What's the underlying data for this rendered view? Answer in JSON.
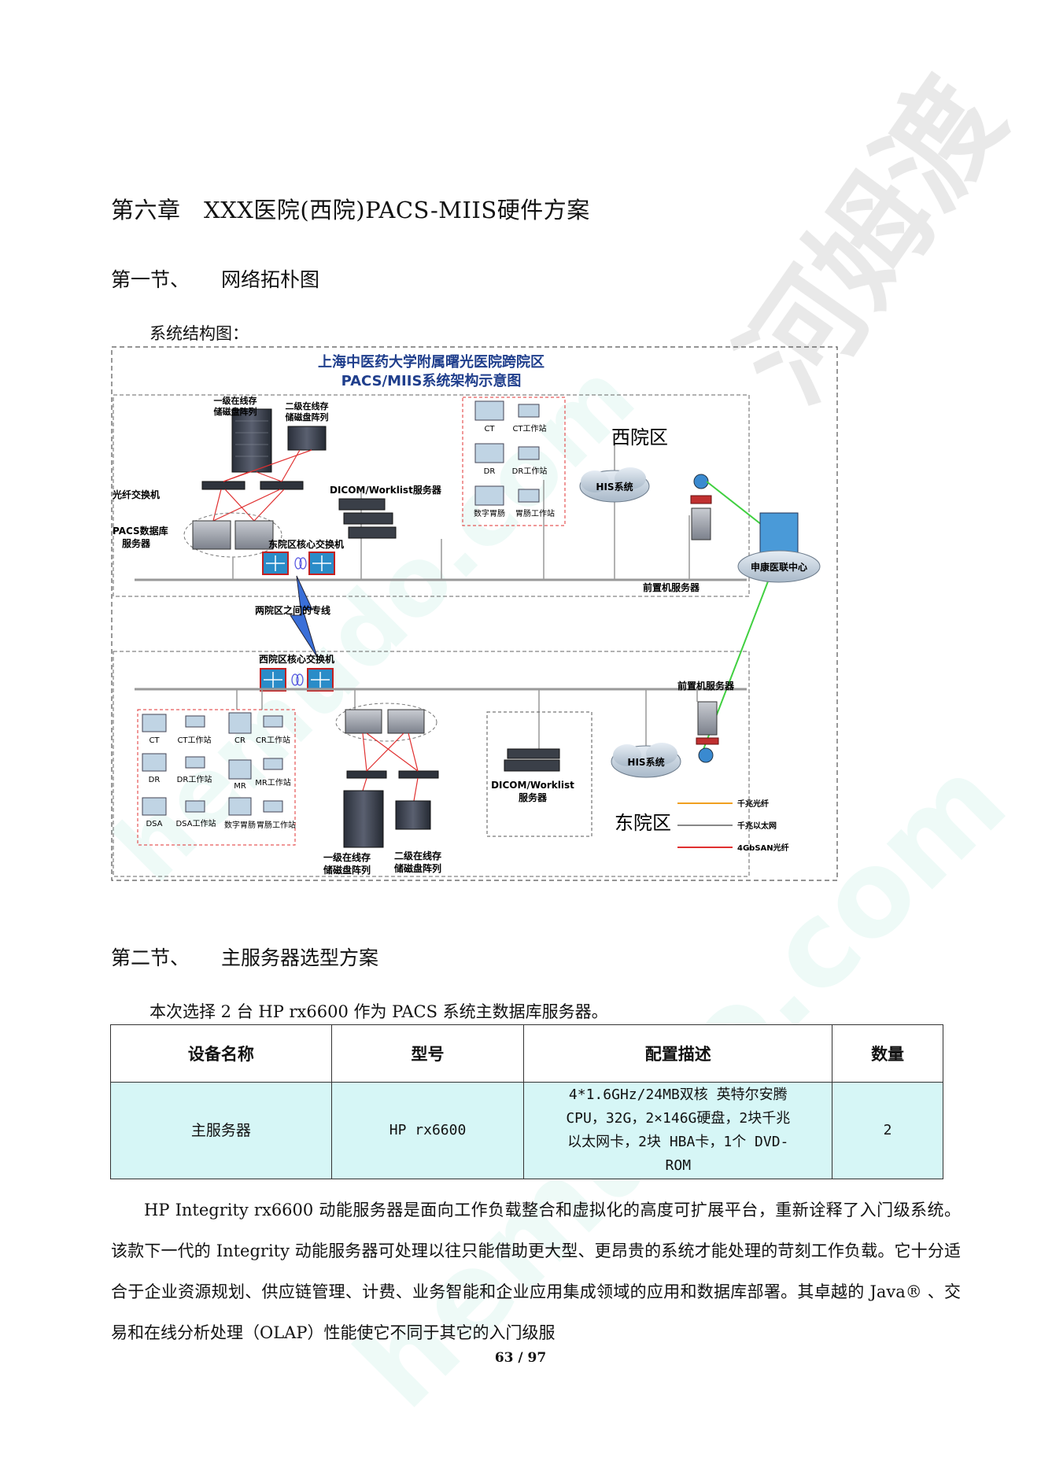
{
  "chapter_title": "第六章　XXX医院(西院)PACS-MIIS硬件方案",
  "section1": {
    "num": "第一节、",
    "title": "网络拓朴图"
  },
  "caption": "系统结构图：",
  "diagram": {
    "title_line1": "上海中医药大学附属曙光医院跨院区",
    "title_line2": "PACS/MIIS系统架构示意图",
    "west_zone": "西院区",
    "east_zone": "东院区",
    "west": {
      "storage1": [
        "一级在线存",
        "储磁盘阵列"
      ],
      "storage2": [
        "二级在线存",
        "储磁盘阵列"
      ],
      "fiber_switch": "光纤交换机",
      "db_server": [
        "PACS数据库",
        "服务器"
      ],
      "core_switch": "东院区核心交换机",
      "dicom_server": "DICOM/Worklist服务器",
      "his": "HIS系统",
      "front_server": "前置机服务器",
      "modalities": [
        "CT",
        "CT工作站",
        "DR",
        "DR工作站",
        "数字胃肠",
        "胃肠工作站"
      ]
    },
    "link_label": "两院区之间的专线",
    "center": "申康医联中心",
    "east": {
      "core_switch": "西院区核心交换机",
      "front_server": "前置机服务器",
      "his": "HIS系统",
      "dicom_server": [
        "DICOM/Worklist",
        "服务器"
      ],
      "storage1": [
        "一级在线存",
        "储磁盘阵列"
      ],
      "storage2": [
        "二级在线存",
        "储磁盘阵列"
      ],
      "modalities": [
        "CT",
        "CT工作站",
        "CR",
        "CR工作站",
        "DR",
        "DR工作站",
        "MR",
        "MR工作站",
        "DSA",
        "DSA工作站",
        "数字胃肠",
        "胃肠工作站"
      ]
    },
    "legend": [
      {
        "label": "千兆光纤",
        "color": "#f0a020"
      },
      {
        "label": "千兆以太网",
        "color": "#888888"
      },
      {
        "label": "4GbSAN光纤",
        "color": "#e03030"
      }
    ]
  },
  "section2": {
    "num": "第二节、",
    "title": "主服务器选型方案"
  },
  "intro": "本次选择 2 台 HP rx6600 作为 PACS 系统主数据库服务器。",
  "table": {
    "headers": [
      "设备名称",
      "型号",
      "配置描述",
      "数量"
    ],
    "row": {
      "name": "主服务器",
      "model": "HP rx6600",
      "desc": [
        "4*1.6GHz/24MB双核 英特尔安腾",
        "CPU，32G，2×146G硬盘，2块千兆",
        "以太网卡，2块 HBA卡，1个 DVD-",
        "ROM"
      ],
      "qty": "2"
    }
  },
  "paragraph": "HP Integrity rx6600 动能服务器是面向工作负载整合和虚拟化的高度可扩展平台，重新诠释了入门级系统。该款下一代的 Integrity 动能服务器可处理以往只能借助更大型、更昂贵的系统才能处理的苛刻工作负载。它十分适合于企业资源规划、供应链管理、计费、业务智能和企业应用集成领域的应用和数据库部署。其卓越的 Java® 、交易和在线分析处理（OLAP）性能使它不同于其它的入门级服",
  "footer": "63 / 97",
  "watermarks": [
    "河姆渡",
    "hemudo.com",
    "hemudo.com"
  ]
}
